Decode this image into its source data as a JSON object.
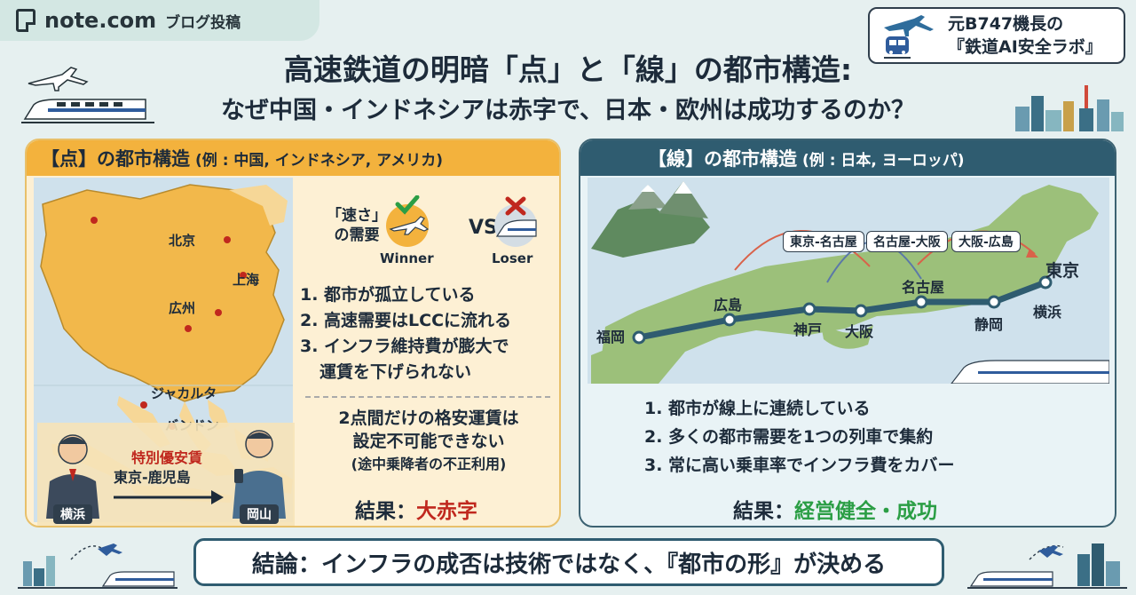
{
  "brand": {
    "name": "note.com",
    "subtitle": "ブログ投稿"
  },
  "lab": {
    "line1": "元B747機長の",
    "line2": "『鉄道AI安全ラボ』"
  },
  "title": {
    "line1": "高速鉄道の明暗「点」と「線」の都市構造:",
    "line2": "なぜ中国・インドネシアは赤字で、日本・欧州は成功するのか？"
  },
  "left": {
    "heading": "【点】の都市構造",
    "heading_example": "(例 : 中国, インドネシア, アメリカ)",
    "cities": [
      "北京",
      "上海",
      "広州",
      "ジャカルタ",
      "バンドン"
    ],
    "speed_label_1": "「速さ」",
    "speed_label_2": "の需要",
    "vs": "VS",
    "winner": "Winner",
    "loser": "Loser",
    "points": [
      "1. 都市が孤立している",
      "2. 高速需要はLCCに流れる",
      "3. インフラ維持費が膨大で",
      "運賃を下げられない"
    ],
    "cheap_1": "2点間だけの格安運賃は",
    "cheap_2": "設定不可能できない",
    "cheap_note": "(途中乗降者の不正利用)",
    "ticket_label": "特別優安賃",
    "ticket_route": "東京-鹿児島",
    "person_a": "横浜",
    "person_b": "岡山",
    "result_label": "結果：",
    "result_value": "大赤字"
  },
  "right": {
    "heading": "【線】の都市構造",
    "heading_example": "(例 : 日本, ヨーロッパ)",
    "segments": [
      "東京-名古屋",
      "名古屋-大阪",
      "大阪-広島"
    ],
    "stations": [
      "福岡",
      "広島",
      "神戸",
      "大阪",
      "名古屋",
      "静岡",
      "横浜",
      "東京"
    ],
    "points": [
      "1. 都市が線上に連続している",
      "2. 多くの都市需要を1つの列車で集約",
      "3. 常に高い乗車率でインフラ費をカバー"
    ],
    "result_label": "結果：",
    "result_value": "経営健全・成功"
  },
  "conclusion": "結論：インフラの成否は技術ではなく、『都市の形』が決める",
  "colors": {
    "left_accent": "#f3b23d",
    "right_accent": "#2f5c70",
    "red": "#c0281e",
    "green": "#2b9e45"
  }
}
